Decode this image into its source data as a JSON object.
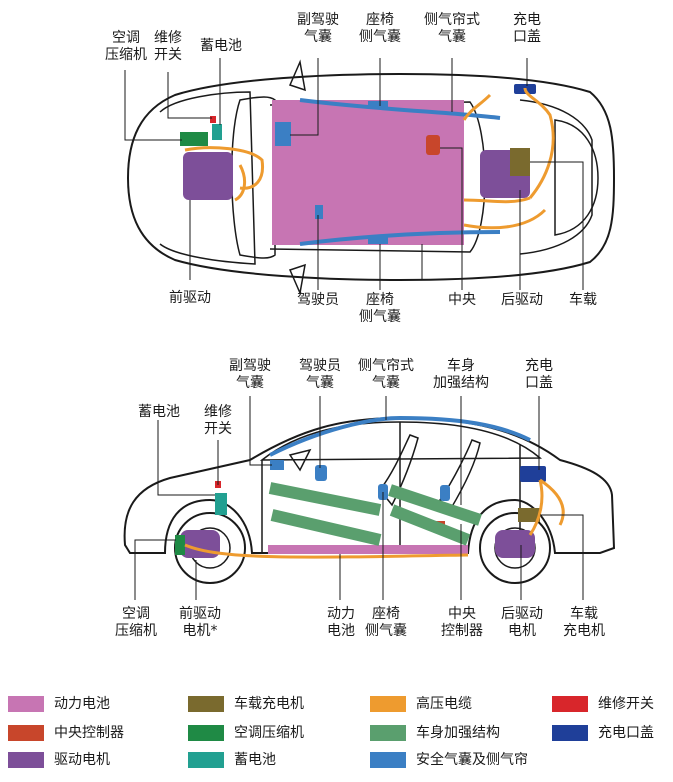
{
  "colors": {
    "battery": "#c775b3",
    "obc": "#7a6a2e",
    "hv_cable": "#ee9b2f",
    "service_switch": "#d8262b",
    "central_controller": "#c8462b",
    "ac_compressor": "#1f8a45",
    "body_reinforcement": "#5a9f6e",
    "charge_port": "#1f3f99",
    "drive_motor": "#7d4f99",
    "aux_battery": "#22a091",
    "airbag": "#3b7fc4"
  },
  "top_view": {
    "labels": {
      "ac_compressor": [
        "空调",
        "压缩机"
      ],
      "service_switch": [
        "维修",
        "开关"
      ],
      "aux_battery": "蓄电池",
      "passenger_airbag": [
        "副驾驶",
        "气囊"
      ],
      "seat_side_airbag": [
        "座椅",
        "侧气囊"
      ],
      "curtain_airbag": [
        "侧气帘式",
        "气囊"
      ],
      "charge_port": [
        "充电",
        "口盖"
      ],
      "front_drive": "前驱动",
      "driver": "驾驶员",
      "seat_side_airbag_bottom": [
        "座椅",
        "侧气囊"
      ],
      "central": "中央",
      "rear_drive": "后驱动",
      "onboard": "车载"
    }
  },
  "side_view": {
    "labels": {
      "passenger_airbag": [
        "副驾驶",
        "气囊"
      ],
      "driver_airbag": [
        "驾驶员",
        "气囊"
      ],
      "curtain_airbag": [
        "侧气帘式",
        "气囊"
      ],
      "body_structure": [
        "车身",
        "加强结构"
      ],
      "charge_port": [
        "充电",
        "口盖"
      ],
      "aux_battery": "蓄电池",
      "service_switch": [
        "维修",
        "开关"
      ],
      "ac_compressor": [
        "空调",
        "压缩机"
      ],
      "front_motor": [
        "前驱动",
        "电机*"
      ],
      "battery": [
        "动力",
        "电池"
      ],
      "seat_side_airbag": [
        "座椅",
        "侧气囊"
      ],
      "central_controller": [
        "中央",
        "控制器"
      ],
      "rear_motor": [
        "后驱动",
        "电机"
      ],
      "onboard_charger": [
        "车载",
        "充电机"
      ]
    }
  },
  "legend": [
    {
      "label": "动力电池",
      "color": "#c775b3"
    },
    {
      "label": "车载充电机",
      "color": "#7a6a2e"
    },
    {
      "label": "高压电缆",
      "color": "#ee9b2f"
    },
    {
      "label": "维修开关",
      "color": "#d8262b"
    },
    {
      "label": "中央控制器",
      "color": "#c8462b"
    },
    {
      "label": "空调压缩机",
      "color": "#1f8a45"
    },
    {
      "label": "车身加强结构",
      "color": "#5a9f6e"
    },
    {
      "label": "充电口盖",
      "color": "#1f3f99"
    },
    {
      "label": "驱动电机",
      "color": "#7d4f99"
    },
    {
      "label": "蓄电池",
      "color": "#22a091"
    },
    {
      "label": "安全气囊及侧气帘",
      "color": "#3b7fc4"
    }
  ]
}
